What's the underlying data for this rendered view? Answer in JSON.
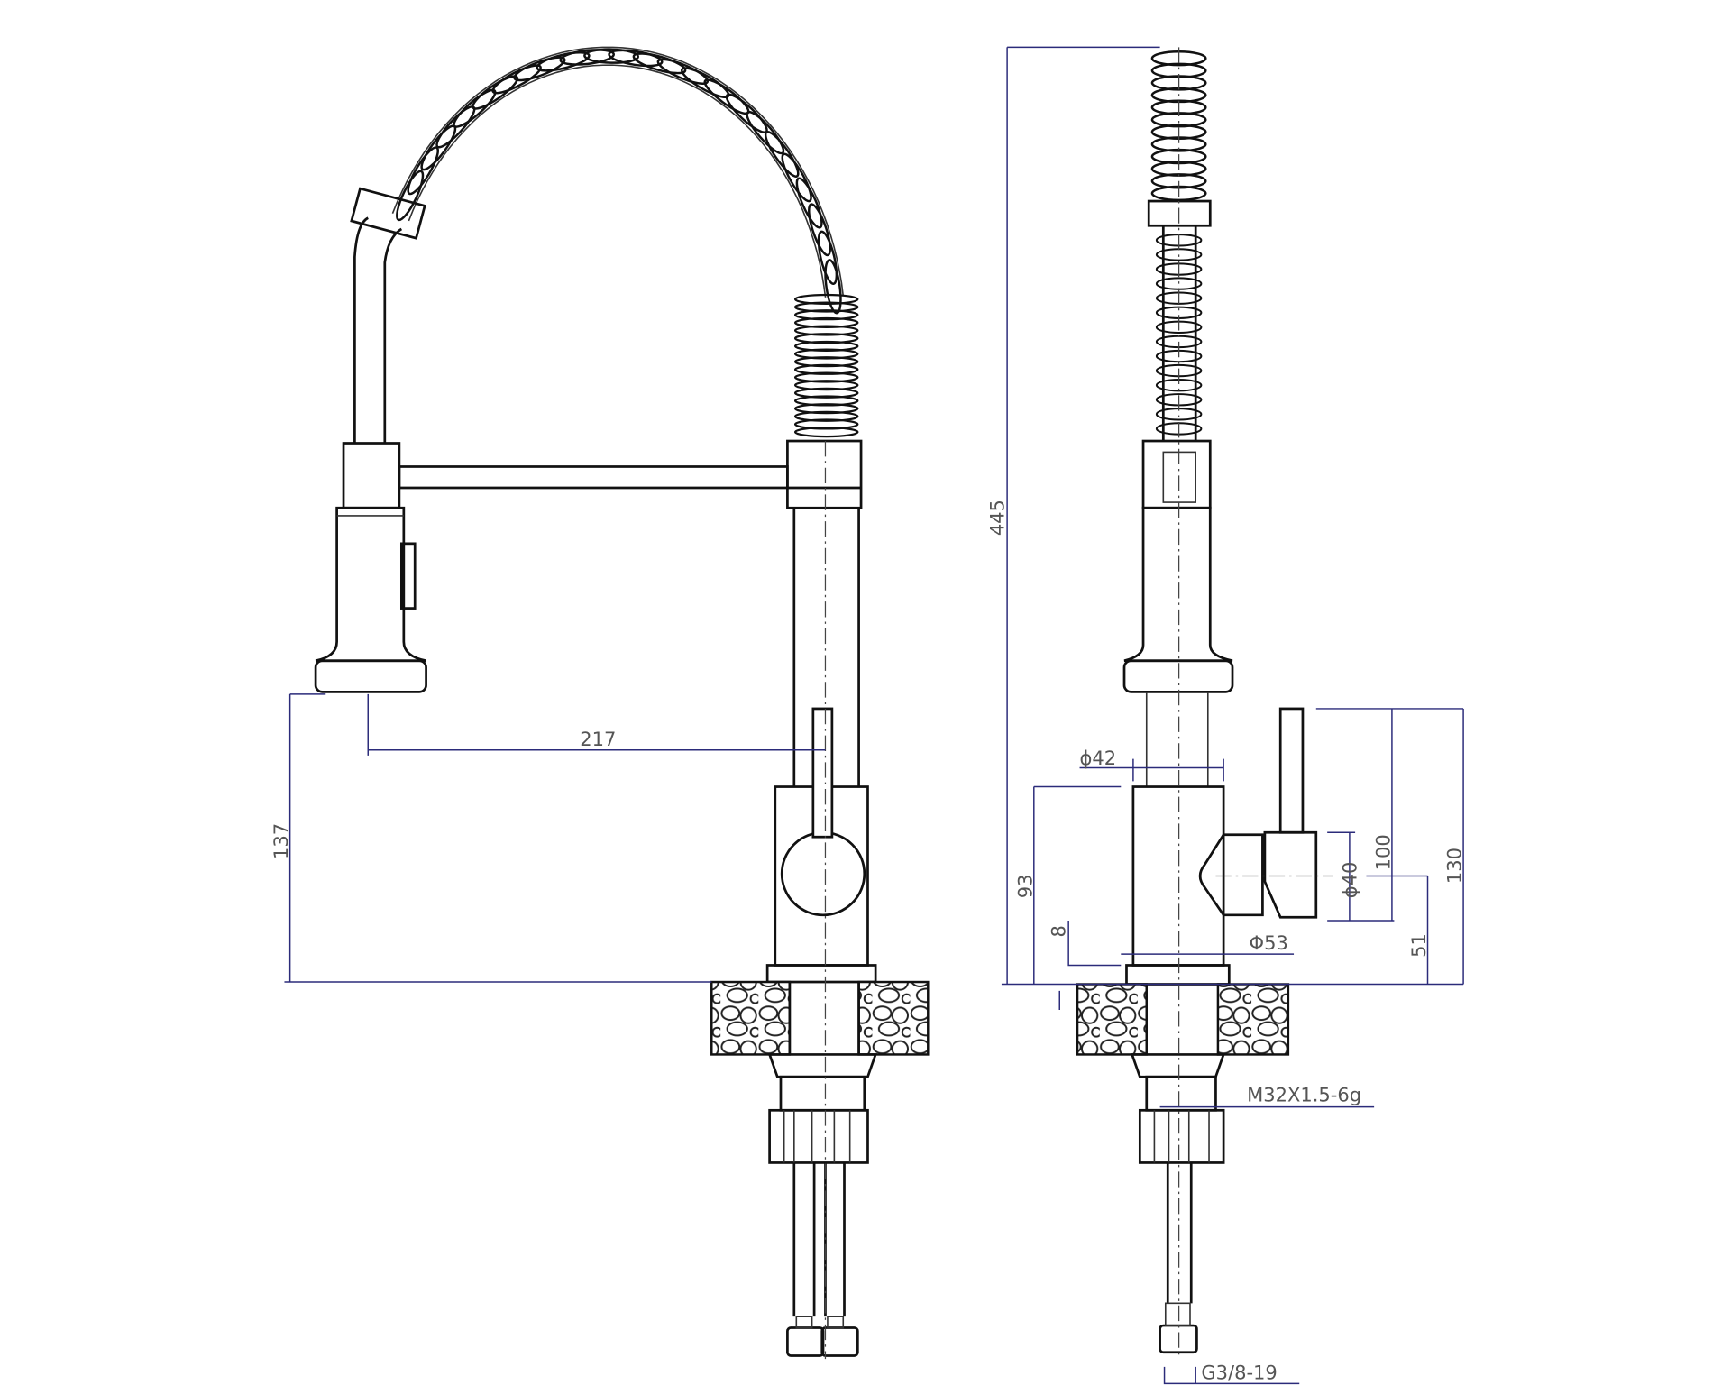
{
  "drawing": {
    "views": [
      "front-view",
      "side-view"
    ],
    "front_dimensions": {
      "spout_reach": "217",
      "spout_outlet_height": "137"
    },
    "side_dimensions": {
      "total_height": "445",
      "body_diameter": "ϕ42",
      "body_height": "93",
      "base_thickness": "8",
      "base_diameter": "Φ53",
      "handle_diameter": "ϕ40",
      "handle_top_height": "100",
      "lever_height": "130",
      "handle_axis_height": "51",
      "shank_thread": "M32X1.5-6g",
      "hose_thread": "G3/8-19"
    },
    "colors": {
      "outline": "#111111",
      "dimension": "#2b2b7a",
      "text": "#555555"
    }
  }
}
